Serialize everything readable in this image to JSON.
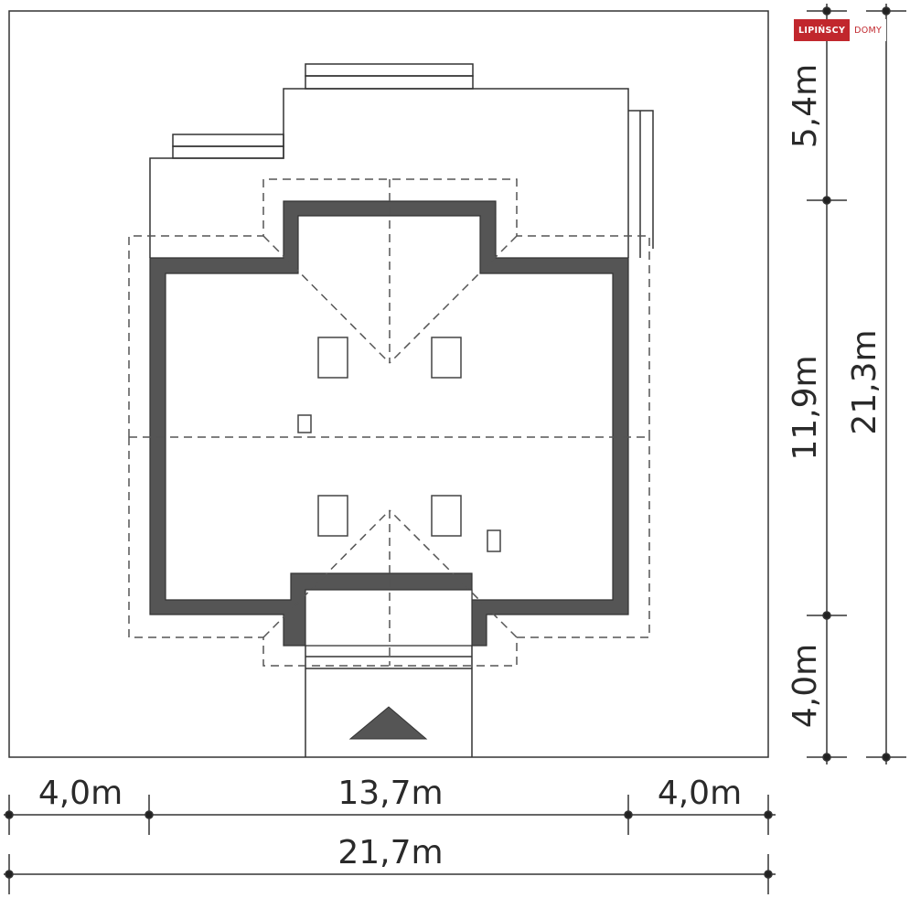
{
  "logo": {
    "brand_primary": "LIPIŃSCY",
    "brand_secondary": "DOMY",
    "color": "#c1272d"
  },
  "plan": {
    "type": "site-plan",
    "entrance_marker": "triangle-arrow",
    "wall_color": "#555555",
    "line_color": "#333333"
  },
  "dimensions": {
    "horizontal": {
      "left_setback": "4,0m",
      "building_width": "13,7m",
      "right_setback": "4,0m",
      "total_width": "21,7m"
    },
    "vertical": {
      "top_setback": "5,4m",
      "building_depth": "11,9m",
      "bottom_setback": "4,0m",
      "total_depth": "21,3m"
    }
  }
}
